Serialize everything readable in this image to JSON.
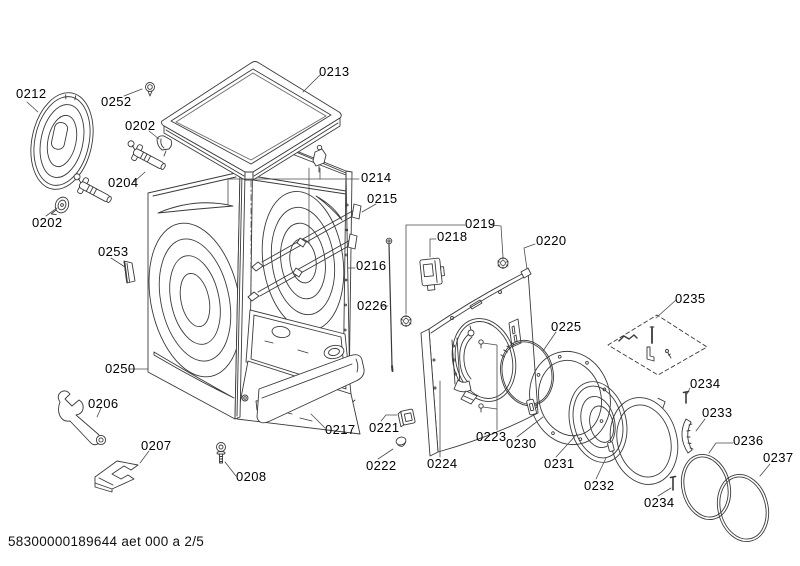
{
  "page": {
    "background_color": "#ffffff",
    "footer_text": "58300000189644 aet 000 a 2/5"
  },
  "diagram": {
    "line_color": "#3a3a3a",
    "leader_color": "#4a4a4a",
    "label_color": "#000000",
    "kind": "exploded-parts-diagram"
  },
  "labels": [
    {
      "code": "0212"
    },
    {
      "code": "0252"
    },
    {
      "code": "0202"
    },
    {
      "code": "0204"
    },
    {
      "code": "0202"
    },
    {
      "code": "0253"
    },
    {
      "code": "0213"
    },
    {
      "code": "0214"
    },
    {
      "code": "0215"
    },
    {
      "code": "0216"
    },
    {
      "code": "0226"
    },
    {
      "code": "0218"
    },
    {
      "code": "0219"
    },
    {
      "code": "0220"
    },
    {
      "code": "0225"
    },
    {
      "code": "0235"
    },
    {
      "code": "0250"
    },
    {
      "code": "0206"
    },
    {
      "code": "0207"
    },
    {
      "code": "0208"
    },
    {
      "code": "0217"
    },
    {
      "code": "0221"
    },
    {
      "code": "0222"
    },
    {
      "code": "0224"
    },
    {
      "code": "0223"
    },
    {
      "code": "0230"
    },
    {
      "code": "0231"
    },
    {
      "code": "0232"
    },
    {
      "code": "0234"
    },
    {
      "code": "0233"
    },
    {
      "code": "0236"
    },
    {
      "code": "0237"
    },
    {
      "code": "0234"
    }
  ]
}
